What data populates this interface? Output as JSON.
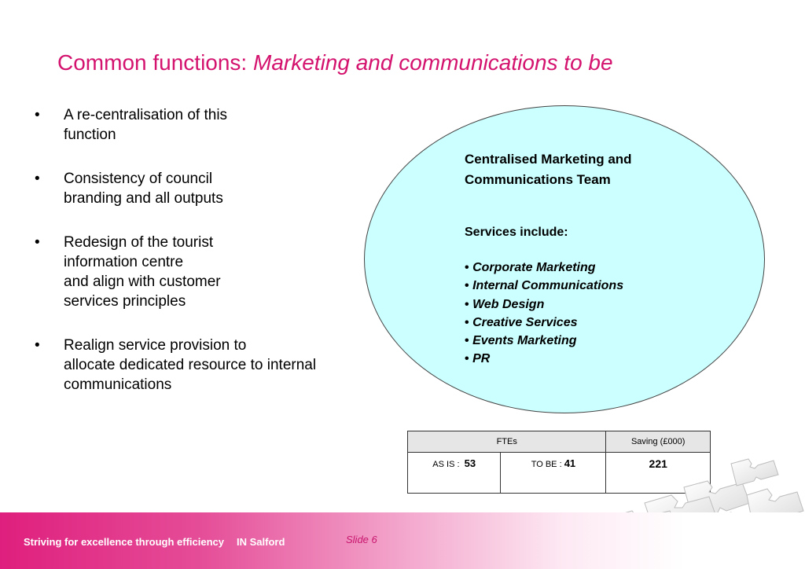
{
  "title": {
    "prefix": "Common functions: ",
    "emphasis": "Marketing and communications to be"
  },
  "bullets": [
    {
      "lines": [
        "A re-centralisation of this",
        "function"
      ]
    },
    {
      "lines": [
        "Consistency of council",
        "branding and all outputs"
      ]
    },
    {
      "lines": [
        "Redesign of the tourist",
        "information centre",
        "and align with customer",
        "services principles"
      ]
    },
    {
      "lines": [
        "Realign service provision to",
        "allocate dedicated resource to internal",
        "communications"
      ]
    }
  ],
  "bullet_symbol": "•",
  "ellipse": {
    "heading_lines": [
      "Centralised Marketing and",
      "Communications Team"
    ],
    "services_label": "Services include:",
    "services": [
      "Corporate Marketing",
      "Internal Communications",
      "Web Design",
      "Creative Services",
      "Events Marketing",
      "PR"
    ],
    "fill_color": "#ccffff"
  },
  "table": {
    "headers": [
      "FTEs",
      "Saving (£000)"
    ],
    "as_is_label": "AS IS :",
    "as_is_value": "53",
    "to_be_label": "TO BE :",
    "to_be_value": "41",
    "saving_value": "221"
  },
  "footer": {
    "tagline": "Striving for excellence through efficiency",
    "brand": "IN Salford",
    "slide": "Slide 6"
  },
  "colors": {
    "accent": "#d4136f",
    "footer_band": "#df1f7d"
  }
}
